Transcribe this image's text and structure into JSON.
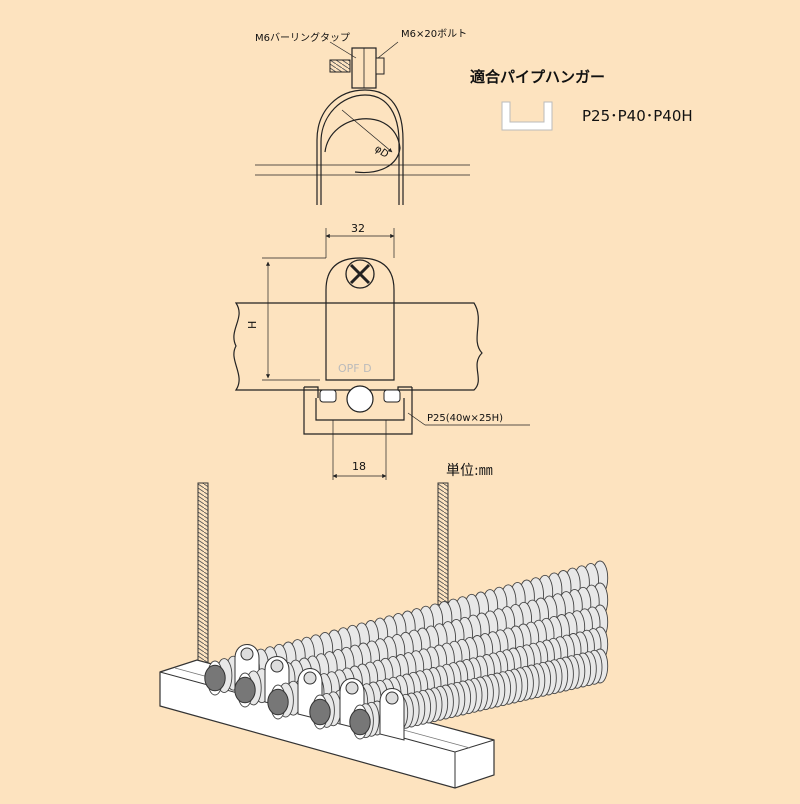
{
  "callouts": {
    "tap_label": "M6バーリングタップ",
    "bolt_label": "M6×20ボルト",
    "diameter_label": "φD",
    "channel_label": "P25(40w×25H)"
  },
  "compatible": {
    "heading": "適合パイプハンガー",
    "models": "P25･P40･P40H"
  },
  "dimensions": {
    "top_width": "32",
    "bottom_width": "18",
    "height_label": "H",
    "unit_label": "単位:㎜"
  },
  "product_marking": "OPF D",
  "colors": {
    "background": "#fde3bf",
    "line": "#222222"
  }
}
